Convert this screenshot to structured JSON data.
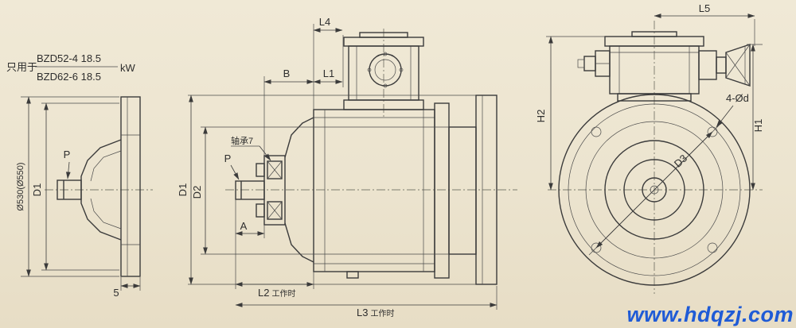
{
  "colors": {
    "paper": "#ece4cf",
    "line": "#3b3b3b",
    "watermark_blue": "#1f5bd6"
  },
  "note": {
    "prefix": "只用于",
    "model_1": "BZD52-4 18.5",
    "model_2": "BZD62-6 18.5",
    "unit": "kW"
  },
  "left_view": {
    "label_p": "P",
    "label_d1": "D1",
    "label_outer_dia": "Ø530(Ø550)",
    "label_thickness": "5"
  },
  "middle_view": {
    "label_b": "B",
    "label_l1": "L1",
    "label_l4": "L4",
    "label_bearing": "轴承7",
    "label_p": "P",
    "label_d1": "D1",
    "label_d2": "D2",
    "label_a": "A",
    "label_l2": "L2",
    "label_l2_suffix": "工作时",
    "label_l3": "L3",
    "label_l3_suffix": "工作时"
  },
  "right_view": {
    "label_l5": "L5",
    "label_h2": "H2",
    "label_h1": "H1",
    "label_holes": "4-Ød",
    "label_d3": "D3"
  },
  "watermark": "www.hdqzj.com"
}
